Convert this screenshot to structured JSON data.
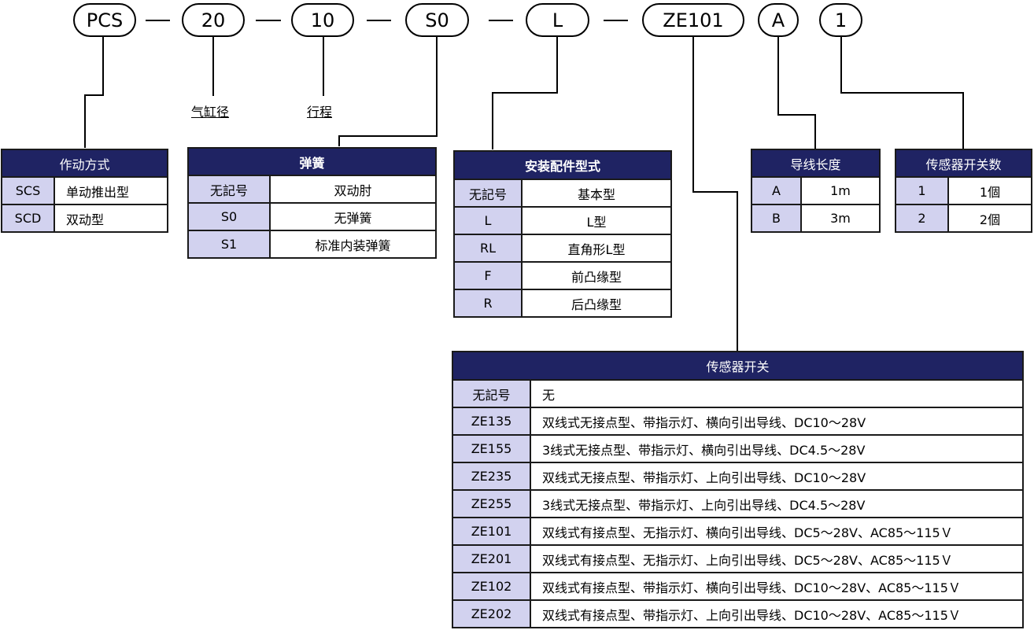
{
  "code": {
    "pcs": "PCS",
    "bore": "20",
    "stroke": "10",
    "spring": "S0",
    "mount": "L",
    "sensor": "ZE101",
    "lead": "A",
    "qty": "1"
  },
  "labels": {
    "bore": "气缸径",
    "stroke": "行程"
  },
  "action": {
    "title": "作动方式",
    "rows": [
      {
        "code": "SCS",
        "desc": "单动推出型"
      },
      {
        "code": "SCD",
        "desc": "双动型"
      }
    ]
  },
  "spring": {
    "title": "弹簧",
    "rows": [
      {
        "code": "无記号",
        "desc": "双动肘"
      },
      {
        "code": "S0",
        "desc": "无弹簧"
      },
      {
        "code": "S1",
        "desc": "标准内装弹簧"
      }
    ]
  },
  "mount": {
    "title": "安装配件型式",
    "rows": [
      {
        "code": "无記号",
        "desc": "基本型"
      },
      {
        "code": "L",
        "desc": "L型"
      },
      {
        "code": "RL",
        "desc": "直角形L型"
      },
      {
        "code": "F",
        "desc": "前凸缘型"
      },
      {
        "code": "R",
        "desc": "后凸缘型"
      }
    ]
  },
  "lead": {
    "title": "导线长度",
    "rows": [
      {
        "code": "A",
        "desc": "1m"
      },
      {
        "code": "B",
        "desc": "3m"
      }
    ]
  },
  "qty": {
    "title": "传感器开关数",
    "rows": [
      {
        "code": "1",
        "desc": "1個"
      },
      {
        "code": "2",
        "desc": "2個"
      }
    ]
  },
  "sensor": {
    "title": "传感器开关",
    "rows": [
      {
        "code": "无記号",
        "desc": "无"
      },
      {
        "code": "ZE135",
        "desc": "双线式无接点型、带指示灯、横向引出导线、DC10～28V"
      },
      {
        "code": "ZE155",
        "desc": "3线式无接点型、带指示灯、横向引出导线、DC4.5～28V"
      },
      {
        "code": "ZE235",
        "desc": "双线式无接点型、带指示灯、上向引出导线、DC10～28V"
      },
      {
        "code": "ZE255",
        "desc": "3线式无接点型、带指示灯、上向引出导线、DC4.5～28V"
      },
      {
        "code": "ZE101",
        "desc": "双线式有接点型、无指示灯、横向引出导线、DC5～28V、AC85～115Ｖ"
      },
      {
        "code": "ZE201",
        "desc": "双线式有接点型、无指示灯、上向引出导线、DC5～28V、AC85～115Ｖ"
      },
      {
        "code": "ZE102",
        "desc": "双线式有接点型、带指示灯、横向引出导线、DC10～28V、AC85～115Ｖ"
      },
      {
        "code": "ZE202",
        "desc": "双线式有接点型、带指示灯、上向引出导线、DC10～28V、AC85～115Ｖ"
      }
    ]
  }
}
